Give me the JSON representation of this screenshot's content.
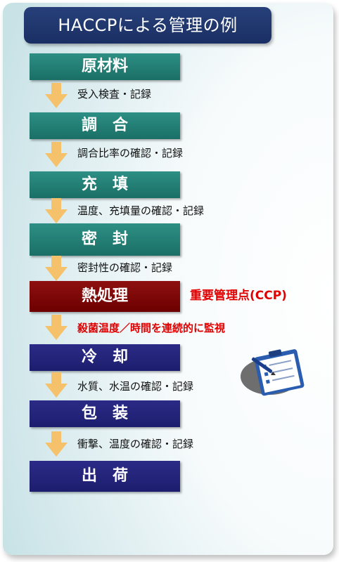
{
  "title": "HACCPによる管理の例",
  "steps": [
    {
      "label": "原材料"
    },
    {
      "label": "調　合"
    },
    {
      "label": "充　填"
    },
    {
      "label": "密　封"
    },
    {
      "label": "熱処理"
    },
    {
      "label": "冷　却"
    },
    {
      "label": "包　装"
    },
    {
      "label": "出　荷"
    }
  ],
  "notes": [
    "受入検査・記録",
    "調合比率の確認・記録",
    "温度、充填量の確認・記録",
    "密封性の確認・記録",
    "殺菌温度／時間を連続的に監視",
    "水質、水温の確認・記録",
    "衝撃、温度の確認・記録"
  ],
  "ccp_label": "重要管理点(CCP)",
  "colors": {
    "title": "#1f3670",
    "teal": "#1f7a70",
    "heat": "#7a0000",
    "navy": "#23237a",
    "arrow": "#f5c26b",
    "alert": "#e00000"
  },
  "icons": [
    "clipboard-icon",
    "pen-icon"
  ]
}
